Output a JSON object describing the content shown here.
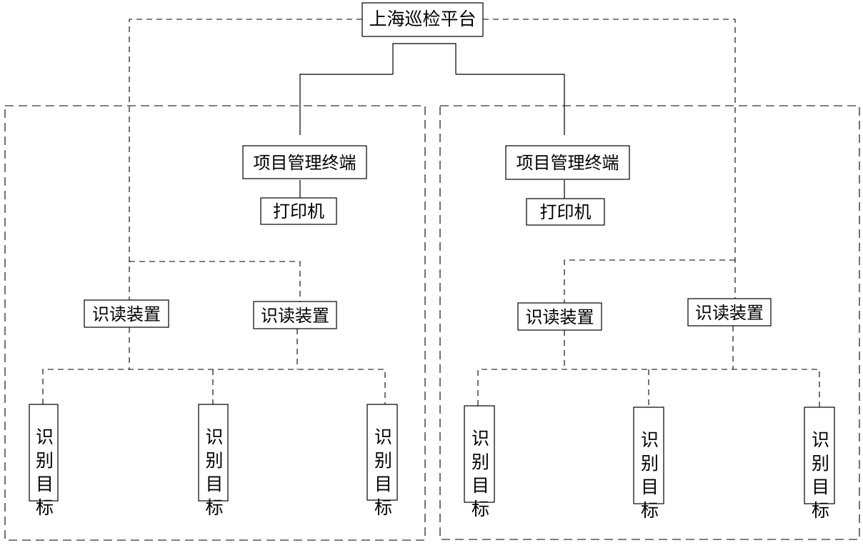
{
  "platform": {
    "label": "上海巡检平台"
  },
  "left_group": {
    "terminal": {
      "label": "项目管理终端"
    },
    "printer": {
      "label": "打印机"
    },
    "readers": [
      {
        "label": "识读装置"
      },
      {
        "label": "识读装置"
      }
    ],
    "targets": [
      {
        "label": "识别目标"
      },
      {
        "label": "识别目标"
      },
      {
        "label": "识别目标"
      }
    ]
  },
  "right_group": {
    "terminal": {
      "label": "项目管理终端"
    },
    "printer": {
      "label": "打印机"
    },
    "readers": [
      {
        "label": "识读装置"
      },
      {
        "label": "识读装置"
      }
    ],
    "targets": [
      {
        "label": "识别目标"
      },
      {
        "label": "识别目标"
      },
      {
        "label": "识别目标"
      }
    ]
  }
}
